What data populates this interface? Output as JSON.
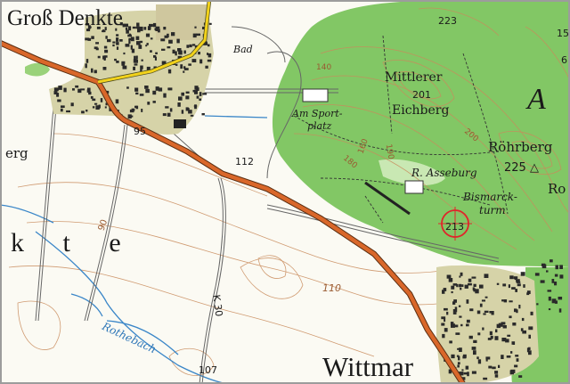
{
  "places": {
    "gross_denkte": "Groß Denkte",
    "wittmar": "Wittmar",
    "denkte_fragment": "k t e",
    "berg_fragment": "erg",
    "rohrberg": "Röhrberg",
    "ro_fragment": "Ro"
  },
  "features": {
    "bad": "Bad",
    "sportplatz_1": "Am Sport-",
    "sportplatz_2": "platz",
    "mittlerer": "Mittlerer",
    "eichberg": "Eichberg",
    "asseburg": "R. Asseburg",
    "bismarck_1": "Bismarck-",
    "bismarck_2": "turm",
    "rothebach": "Rothebach",
    "road_k30": "K 30",
    "letter_a": "A"
  },
  "elevations": {
    "e223": "223",
    "e201": "201",
    "e225": "225 △",
    "e213": "213",
    "e112": "112",
    "e95": "95",
    "e107": "107",
    "e110": "110",
    "e15": "15",
    "e6": "6",
    "c140": "140",
    "c160": "160",
    "c180": "180",
    "c190": "190",
    "c200": "200",
    "c90": "90"
  },
  "colors": {
    "forest": "#7cc45e",
    "forest_dark": "#5aa847",
    "road_main": "#d9672a",
    "road_yellow": "#f2d21b",
    "water": "#3a86c8",
    "contour": "#c98b5c",
    "settlement": "#d6d3a8",
    "marker": "#e0242a"
  }
}
